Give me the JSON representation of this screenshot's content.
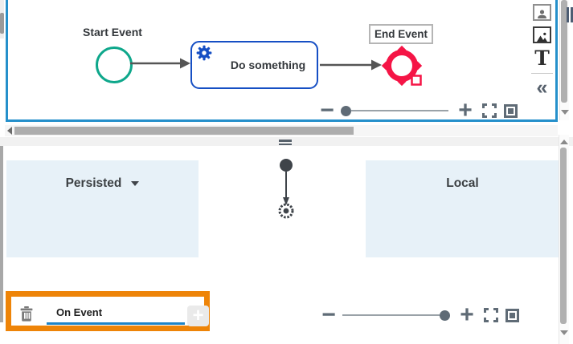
{
  "canvas": {
    "start_event_label": "Start Event",
    "task_label": "Do something",
    "end_event_label": "End Event"
  },
  "right_toolbar": {
    "text_tool_glyph": "T",
    "collapse_glyph": "«"
  },
  "zoom_controls": {
    "minus_glyph": "−",
    "plus_glyph": "+"
  },
  "variables_panel": {
    "persisted_label": "Persisted",
    "local_label": "Local"
  },
  "event_editor": {
    "input_value": "On Event",
    "add_button_label": "+"
  },
  "colors": {
    "panel_border_blue": "#2590CB",
    "start_event_teal": "#0EA78B",
    "task_blue": "#164FC4",
    "end_event_red": "#F51546",
    "highlight_orange": "#EE8408",
    "lane_fill_blue": "#E7F1F8",
    "control_slate": "#5F6B76",
    "input_underline_blue": "#1D84C8"
  }
}
